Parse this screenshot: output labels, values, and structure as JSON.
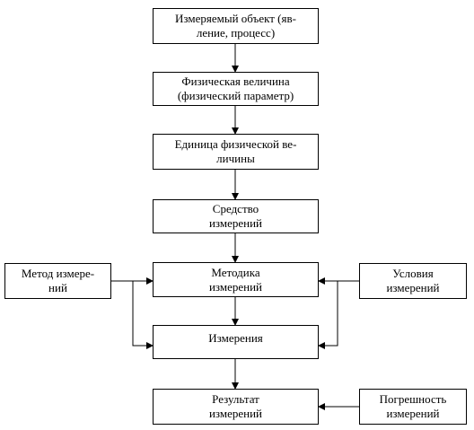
{
  "nodes": {
    "object": "Измеряемый объект (яв-\nление, процесс)",
    "quantity": "Физическая величина\n(физический параметр)",
    "unit": "Единица физической ве-\nличины",
    "instrument": "Средство\nизмерений",
    "methodology": "Методика\nизмерений",
    "measurement": "Измерения",
    "result": "Результат\nизмерений",
    "method": "Метод измере-\nний",
    "conditions": "Условия\nизмерений",
    "error": "Погрешность\nизмерений"
  }
}
